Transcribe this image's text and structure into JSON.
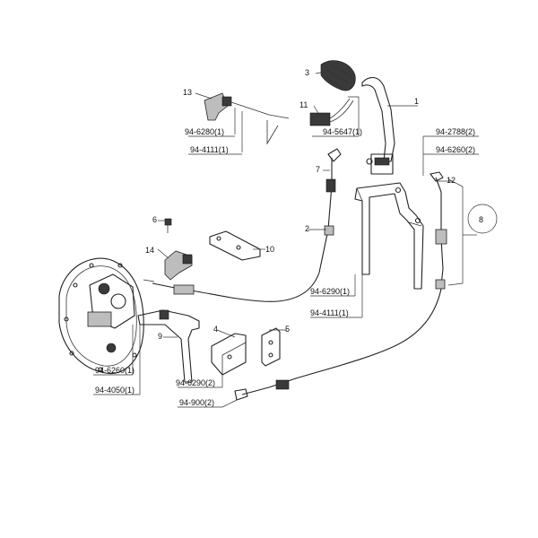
{
  "diagram": {
    "callouts": {
      "c1": "1",
      "c2": "2",
      "c3": "3",
      "c4": "4",
      "c5": "5",
      "c6": "6",
      "c7": "7",
      "c8": "8",
      "c9": "9",
      "c10": "10",
      "c11": "11",
      "c12": "12",
      "c13": "13",
      "c14": "14"
    },
    "part_numbers": {
      "p_6280": "94-6280(1)",
      "p_4111_top": "94-4111(1)",
      "p_5647": "94-5647(1)",
      "p_2788": "94-2788(2)",
      "p_6260_top": "94-6260(2)",
      "p_6290_mid": "94-6290(1)",
      "p_4111_mid": "94-4111(1)",
      "p_6260_left": "94-6260(1)",
      "p_4050": "94-4050(1)",
      "p_6290_bot": "94-6290(2)",
      "p_900": "94-900(2)"
    }
  }
}
